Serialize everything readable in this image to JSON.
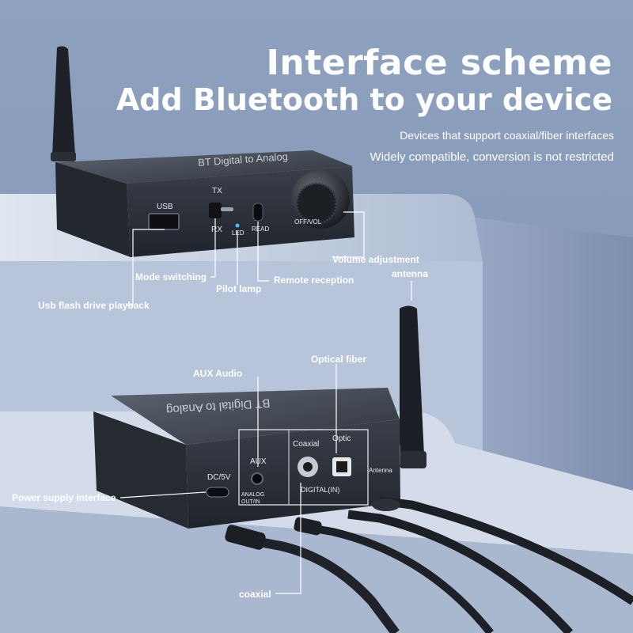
{
  "heading": {
    "line1": "Interface scheme",
    "line2": "Add Bluetooth to your device",
    "sub1": "Devices that support coaxial/fiber interfaces",
    "sub2": "Widely compatible, conversion is not restricted"
  },
  "device_front": {
    "brand": "BT Digital to Analog",
    "usb": "USB",
    "tx": "TX",
    "rx": "RX",
    "led": "LED",
    "read": "READ",
    "knob": "OFF/VOL"
  },
  "device_back": {
    "brand": "BT Digital to Analog",
    "dc": "DC/5V",
    "aux": "AUX",
    "coaxial": "Coaxial",
    "optic": "Optic",
    "analog": "ANALOG OUT/IN",
    "digital": "DIGITAL(IN)",
    "antenna": "Antenna"
  },
  "callouts": {
    "usb_playback": "Usb flash drive playback",
    "mode_switching": "Mode switching",
    "pilot_lamp": "Pilot lamp",
    "remote_reception": "Remote reception",
    "volume_adjustment": "Volume adjustment",
    "antenna": "antenna",
    "aux_audio": "AUX Audio",
    "optical_fiber": "Optical fiber",
    "power_supply": "Power supply interface",
    "coaxial": "coaxial"
  },
  "colors": {
    "background": "#8a9cba",
    "pedestal": "#c9d3e3",
    "device_body": "#2b2f38",
    "callout_line": "#ffffff"
  }
}
